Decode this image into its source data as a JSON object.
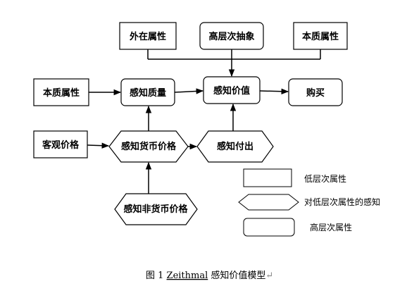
{
  "nodes": {
    "external": "外在属性",
    "high_abstract": "高层次抽象",
    "intrinsic_top": "本质属性",
    "intrinsic_left": "本质属性",
    "perceived_quality": "感知质量",
    "perceived_value": "感知价值",
    "purchase": "购买",
    "objective_price": "客观价格",
    "perceived_monetary_price": "感知货币价格",
    "perceived_sacrifice": "感知付出",
    "perceived_nonmonetary_price": "感知非货币价格"
  },
  "legend": {
    "low_level": "低层次属性",
    "perception_low": "对低层次属性的感知",
    "high_level": "高层次属性"
  },
  "caption": {
    "prefix": "图 1 ",
    "name": "Zeithmal",
    "suffix": " 感知价值模型",
    "mark": "↵"
  }
}
